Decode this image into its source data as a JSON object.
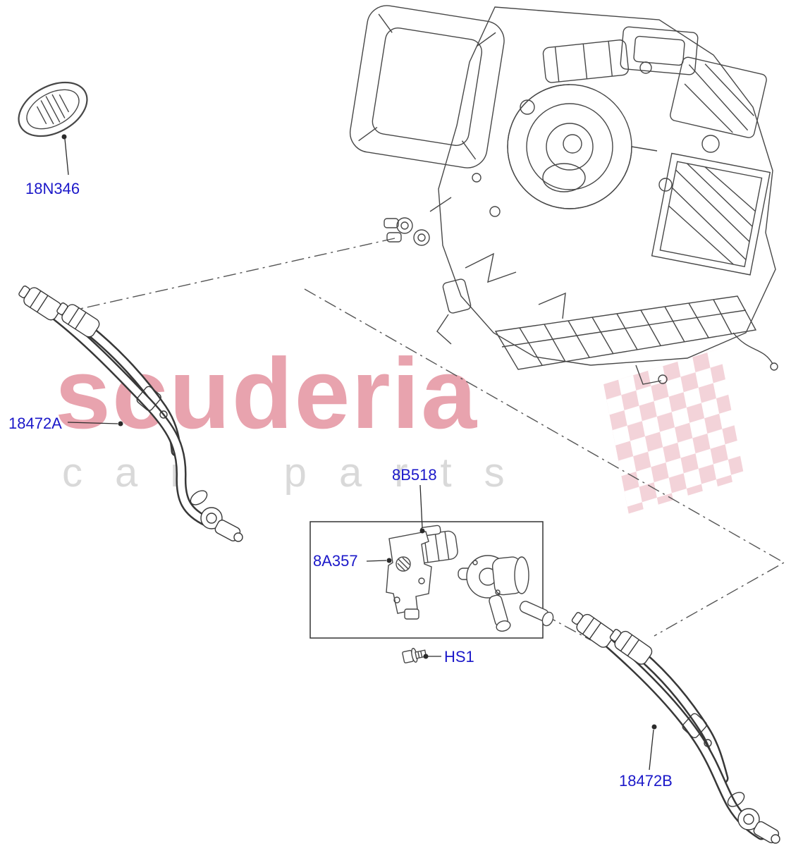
{
  "theme": {
    "label_color": "#1b18c9",
    "art_color": "#474747",
    "watermark_text_color": "#e8a3ae",
    "watermark_sub_color": "#d9d9d9",
    "checker_color": "#f2ced5",
    "background": "#ffffff"
  },
  "watermark": {
    "brand": "scuderia",
    "sub": "car parts"
  },
  "parts": {
    "grommet": "18N346",
    "heater_hose_inlet": "18472A",
    "water_valve_assembly": "8B518",
    "valve_bracket": "8A357",
    "bolt": "HS1",
    "heater_hose_outlet": "18472B"
  }
}
